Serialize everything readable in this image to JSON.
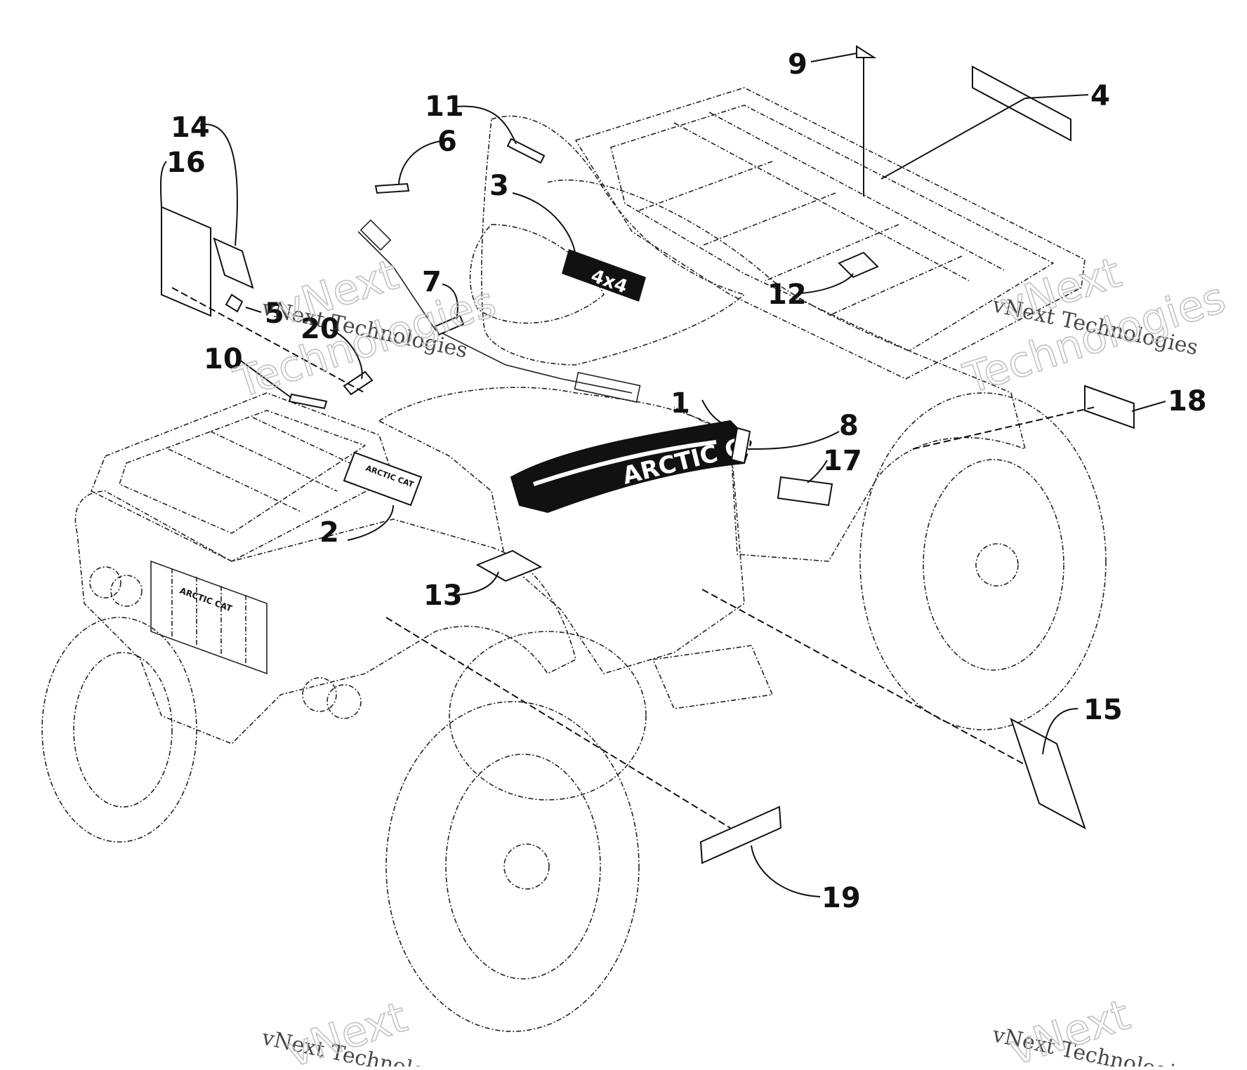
{
  "diagram": {
    "callouts": [
      {
        "id": "1",
        "label": "1"
      },
      {
        "id": "2",
        "label": "2"
      },
      {
        "id": "3",
        "label": "3"
      },
      {
        "id": "4",
        "label": "4"
      },
      {
        "id": "5",
        "label": "5"
      },
      {
        "id": "6",
        "label": "6"
      },
      {
        "id": "7",
        "label": "7"
      },
      {
        "id": "8",
        "label": "8"
      },
      {
        "id": "9",
        "label": "9"
      },
      {
        "id": "10",
        "label": "10"
      },
      {
        "id": "11",
        "label": "11"
      },
      {
        "id": "12",
        "label": "12"
      },
      {
        "id": "13",
        "label": "13"
      },
      {
        "id": "14",
        "label": "14"
      },
      {
        "id": "15",
        "label": "15"
      },
      {
        "id": "16",
        "label": "16"
      },
      {
        "id": "17",
        "label": "17"
      },
      {
        "id": "18",
        "label": "18"
      },
      {
        "id": "19",
        "label": "19"
      },
      {
        "id": "20",
        "label": "20"
      }
    ],
    "decal_text": {
      "side_brand": "ARCTIC CAT",
      "side_model": "4x4",
      "front_brand": "ARCTIC CAT",
      "dash_brand": "ARCTIC CAT"
    },
    "watermark": {
      "line1": "vNext Technologies",
      "line2_a": "vNext",
      "line2_b": "Technologies"
    },
    "colors": {
      "line": "#111111",
      "decal_fill": "#111111",
      "background": "#ffffff"
    }
  }
}
